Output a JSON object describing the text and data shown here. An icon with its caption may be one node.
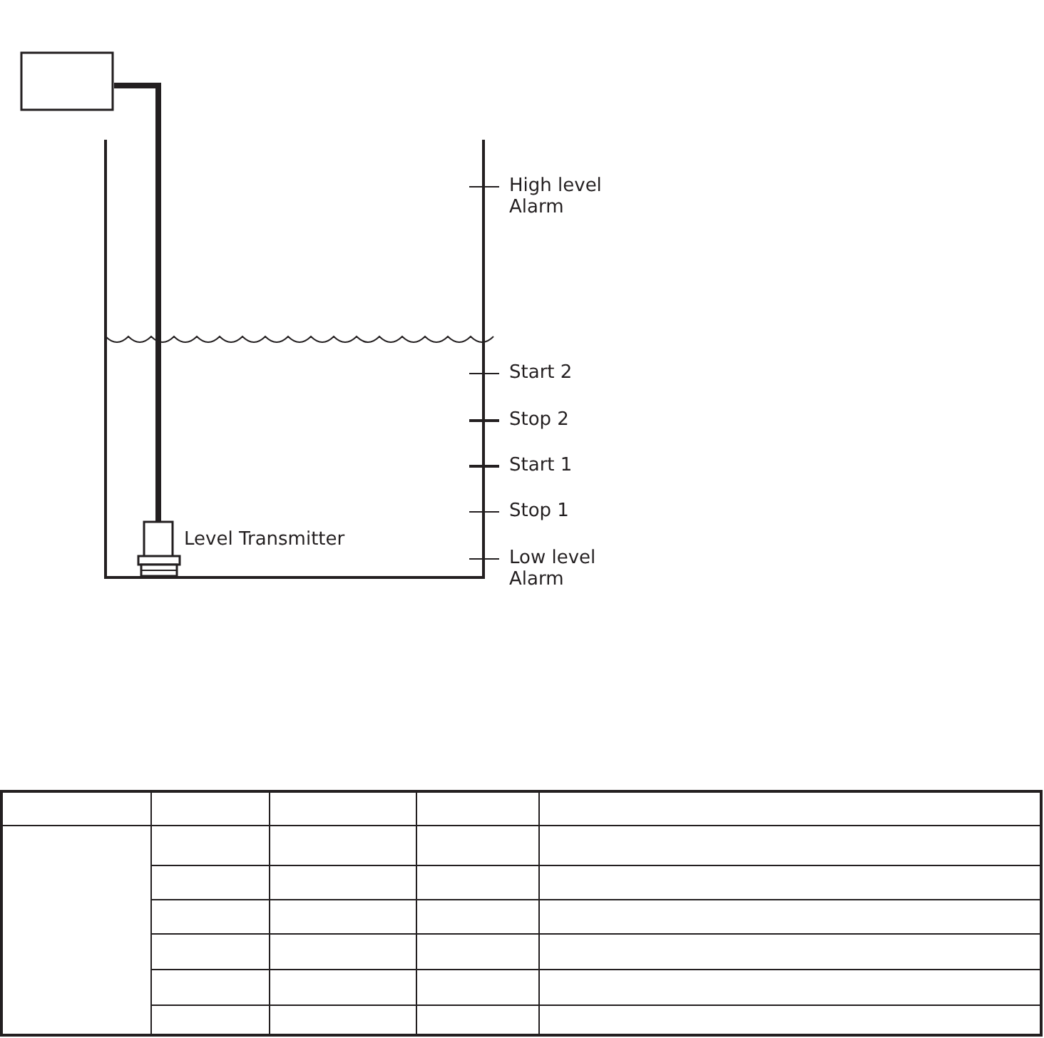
{
  "diagram": {
    "nodes": [
      {
        "text": [],
        "shape": "box"
      },
      {
        "text": [],
        "shape": "cylinder",
        "beside": [
          "Level Transmitter"
        ]
      }
    ],
    "edges": [
      {
        "from": 0,
        "to": 1,
        "arrow": "none"
      }
    ],
    "labels": [
      "High level Alarm",
      "Start 2",
      "Stop 2",
      "Start 1",
      "Stop 1",
      "Low level Alarm"
    ]
  }
}
